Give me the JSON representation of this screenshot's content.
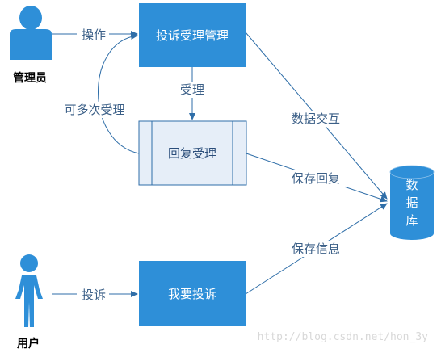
{
  "actors": {
    "admin": {
      "label": "管理员"
    },
    "user": {
      "label": "用户"
    }
  },
  "nodes": {
    "complaint_management": {
      "label": "投诉受理管理"
    },
    "reply_handling": {
      "label": "回复受理"
    },
    "my_complaint": {
      "label": "我要投诉"
    },
    "database": {
      "label_lines": [
        "数",
        "据",
        "库"
      ]
    }
  },
  "edges": {
    "operate": {
      "label": "操作"
    },
    "accept": {
      "label": "受理"
    },
    "repeat_accept": {
      "label": "可多次受理"
    },
    "data_exchange": {
      "label": "数据交互"
    },
    "save_reply": {
      "label": "保存回复"
    },
    "save_info": {
      "label": "保存信息"
    },
    "complain": {
      "label": "投诉"
    }
  },
  "watermark": {
    "text": "http://blog.csdn.net/hon_3y"
  },
  "colors": {
    "box_fill": "#2e8fd8",
    "light_box_fill": "#e6eef8",
    "line": "#2f6ea8",
    "edge_label": "#3b5f87"
  }
}
